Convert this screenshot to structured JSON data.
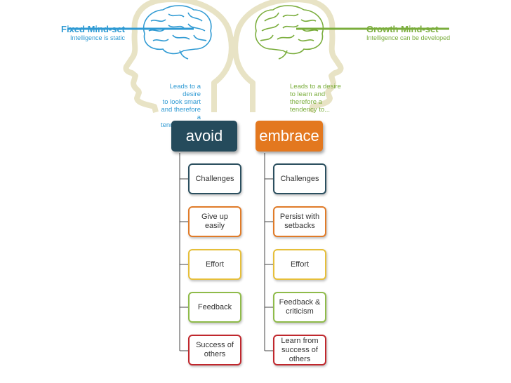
{
  "fixed": {
    "title": "Fixed Mind-set",
    "subtitle": "Intelligence is static",
    "lead": "Leads to a desire\nto look smart\nand therefore a\ntendency to...",
    "verb": "avoid",
    "color": "#2f9ad3",
    "verb_bg": "#254b5c",
    "items": [
      "Challenges",
      "Give up easily",
      "Effort",
      "Feedback",
      "Success of\nothers"
    ]
  },
  "growth": {
    "title": "Growth Mind-set",
    "subtitle": "Intelligence can be developed",
    "lead": "Leads to a desire\nto learn and\ntherefore a\ntendency to...",
    "verb": "embrace",
    "color": "#7aad3c",
    "verb_bg": "#e3781f",
    "items": [
      "Challenges",
      "Persist with\nsetbacks",
      "Effort",
      "Feedback &\ncriticism",
      "Learn from\nsuccess of\nothers"
    ]
  },
  "colors": {
    "head_outline": "#e8e3c5",
    "row_colors": [
      "#2b4f5f",
      "#e07b28",
      "#e6bf3a",
      "#8fbb4a",
      "#c0272d"
    ],
    "connector": "#444444"
  },
  "icons": [
    "brain-icon",
    "head-silhouette-icon"
  ]
}
